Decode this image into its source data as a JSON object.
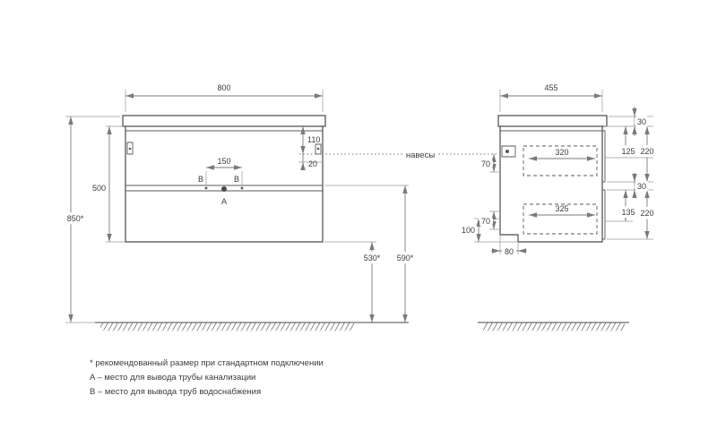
{
  "drawing": {
    "hangers_label": "навесы",
    "front": {
      "width": "800",
      "height_total": "850*",
      "height_body": "500",
      "dim_110": "110",
      "dim_20": "20",
      "dim_150": "150",
      "b_left": "B",
      "b_right": "B",
      "a_label": "A",
      "dim_590": "590*",
      "dim_530": "530*"
    },
    "side": {
      "depth": "455",
      "dim_320": "320",
      "dim_325": "325",
      "dim_70_top": "70",
      "dim_70_bottom": "70",
      "dim_100": "100",
      "dim_80": "80",
      "dim_30_top": "30",
      "dim_125": "125",
      "dim_220_top": "220",
      "dim_30_mid": "30",
      "dim_135": "135",
      "dim_220_bottom": "220"
    },
    "footnotes": [
      "* рекомендованный размер при стандартном подключении",
      "A – место для вывода трубы канализации",
      "B – место для вывода труб водоснабжения"
    ],
    "colors": {
      "object_line": "#4a4a4a",
      "dimension_line": "#7a7a7a",
      "text": "#3c3c3c"
    }
  }
}
